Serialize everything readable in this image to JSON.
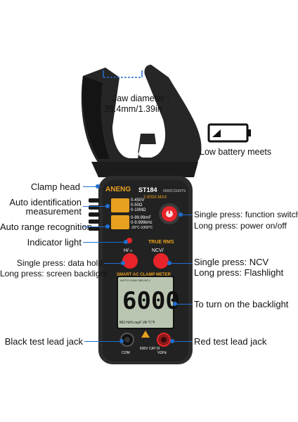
{
  "colors": {
    "callout": "#1f6fd1",
    "body": "#2a2a2a",
    "accent": "#e8a020",
    "button": "#e8242a",
    "lcd": "#b9c5b0"
  },
  "annotations": {
    "jaw_diameter_line1": "Jaw diameter :",
    "jaw_diameter_line2": "35.4mm/1.39in",
    "low_battery": "Low battery meets",
    "clamp_head": "Clamp head",
    "auto_identification_line1": "Auto identification",
    "auto_identification_line2": "measurement",
    "auto_range": "Auto range recognition",
    "indicator_light": "Indicator light",
    "data_hold_line1": "Single press: data hold",
    "data_hold_line2": "Long press: screen backlight",
    "function_switch_line1": "Single press: function switch",
    "function_switch_line2": "Long press: power on/off",
    "ncv_line1": "Single press: NCV",
    "ncv_line2": "Long press: Flashlight",
    "backlight": "To turn on the backlight",
    "black_jack": "Black test lead jack",
    "red_jack": "Red test lead jack"
  },
  "device": {
    "brand": "ANENG",
    "model": "ST184",
    "range_badge": "2  600A MAX",
    "counts": "6000COUNTS",
    "spec_1": "0-450V",
    "spec_2": "0-50Ω",
    "spec_3": "0-10MΩ",
    "spec_4": "0-99.99mF",
    "spec_5": "0-9.999kHz",
    "spec_6": "-20°C-1000°C",
    "true_rms": "TRUE RMS",
    "hold_label": "H/☼",
    "ncv_label": "NCV/ ",
    "smart_title": "SMART AC CLAMP METER",
    "lcd_top": "AUTO  H   MAX MIN  NCV",
    "lcd_digits": "6000",
    "lcd_bottom": "MΩ Hz%  mμF VA  °C°F",
    "jack_com": "COM",
    "jack_rating": "600V CAT III",
    "jack_right": "VΩHz"
  }
}
